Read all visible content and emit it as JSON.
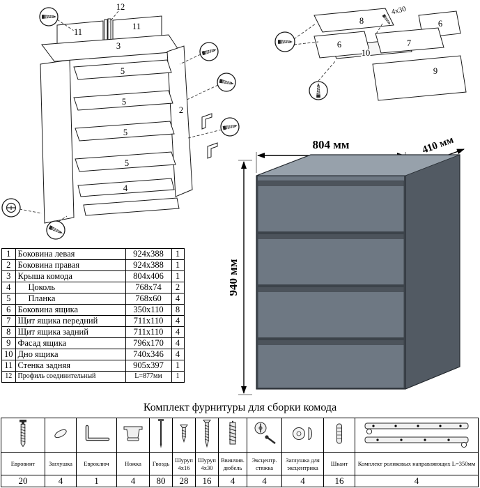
{
  "frame_diagram": {
    "labels": {
      "l12": "12",
      "l11a": "11",
      "l11b": "11",
      "l3": "3",
      "l2": "2",
      "l5a": "5",
      "l5b": "5",
      "l5c": "5",
      "l5d": "5",
      "l4": "4"
    }
  },
  "drawer_diagram": {
    "labels": {
      "l8": "8",
      "l6a": "6",
      "l6b": "6",
      "l7": "7",
      "l10": "10",
      "l9": "9"
    },
    "screw_label": "4x30"
  },
  "product": {
    "width_label": "804 мм",
    "depth_label": "410 мм",
    "height_label": "940 мм",
    "colors": {
      "top": "#97a1ab",
      "side": "#525a63",
      "drawer": "#6e7883",
      "frame": "#3c434a"
    }
  },
  "parts_table": {
    "rows": [
      {
        "num": "1",
        "name": "Боковина левая",
        "size": "924x388",
        "qty": "1"
      },
      {
        "num": "2",
        "name": "Боковина правая",
        "size": "924x388",
        "qty": "1"
      },
      {
        "num": "3",
        "name": "Крыша комода",
        "size": "804x406",
        "qty": "1"
      },
      {
        "num": "4",
        "name": "Цоколь",
        "size": "768x74",
        "qty": "2"
      },
      {
        "num": "5",
        "name": "Планка",
        "size": "768x60",
        "qty": "4"
      },
      {
        "num": "6",
        "name": "Боковина ящика",
        "size": "350x110",
        "qty": "8"
      },
      {
        "num": "7",
        "name": "Щит ящика передний",
        "size": "711x110",
        "qty": "4"
      },
      {
        "num": "8",
        "name": "Щит ящика задний",
        "size": "711x110",
        "qty": "4"
      },
      {
        "num": "9",
        "name": "Фасад ящика",
        "size": "796x170",
        "qty": "4"
      },
      {
        "num": "10",
        "name": "Дно ящика",
        "size": "740x346",
        "qty": "4"
      },
      {
        "num": "11",
        "name": "Стенка задняя",
        "size": "905x397",
        "qty": "1"
      },
      {
        "num": "12",
        "name": "Профиль соединительный",
        "size": "L=877мм",
        "qty": "1"
      }
    ]
  },
  "hardware": {
    "title": "Комплект фурнитуры для сборки комода",
    "items": [
      {
        "name": "Евровинт",
        "qty": "20",
        "icon": "confirmat-screw-icon"
      },
      {
        "name": "Заглушка",
        "qty": "4",
        "icon": "cap-icon"
      },
      {
        "name": "Евроключ",
        "qty": "1",
        "icon": "hex-key-icon"
      },
      {
        "name": "Ножка",
        "qty": "4",
        "icon": "foot-icon"
      },
      {
        "name": "Гвоздь",
        "qty": "80",
        "icon": "nail-icon"
      },
      {
        "name": "Шуруп 4x16",
        "qty": "28",
        "icon": "screw-short-icon"
      },
      {
        "name": "Шуруп 4x30",
        "qty": "16",
        "icon": "screw-long-icon"
      },
      {
        "name": "Ввинчив. дюбель",
        "qty": "4",
        "icon": "screw-dowel-icon"
      },
      {
        "name": "Эксцентр. стяжка",
        "qty": "4",
        "icon": "cam-lock-icon"
      },
      {
        "name": "Заглушка для эксцентрика",
        "qty": "4",
        "icon": "cam-cap-icon"
      },
      {
        "name": "Шкант",
        "qty": "16",
        "icon": "wood-dowel-icon"
      },
      {
        "name": "Комплект роликовых направляющих L=350мм",
        "qty": "4",
        "icon": "drawer-slides-icon"
      }
    ]
  }
}
